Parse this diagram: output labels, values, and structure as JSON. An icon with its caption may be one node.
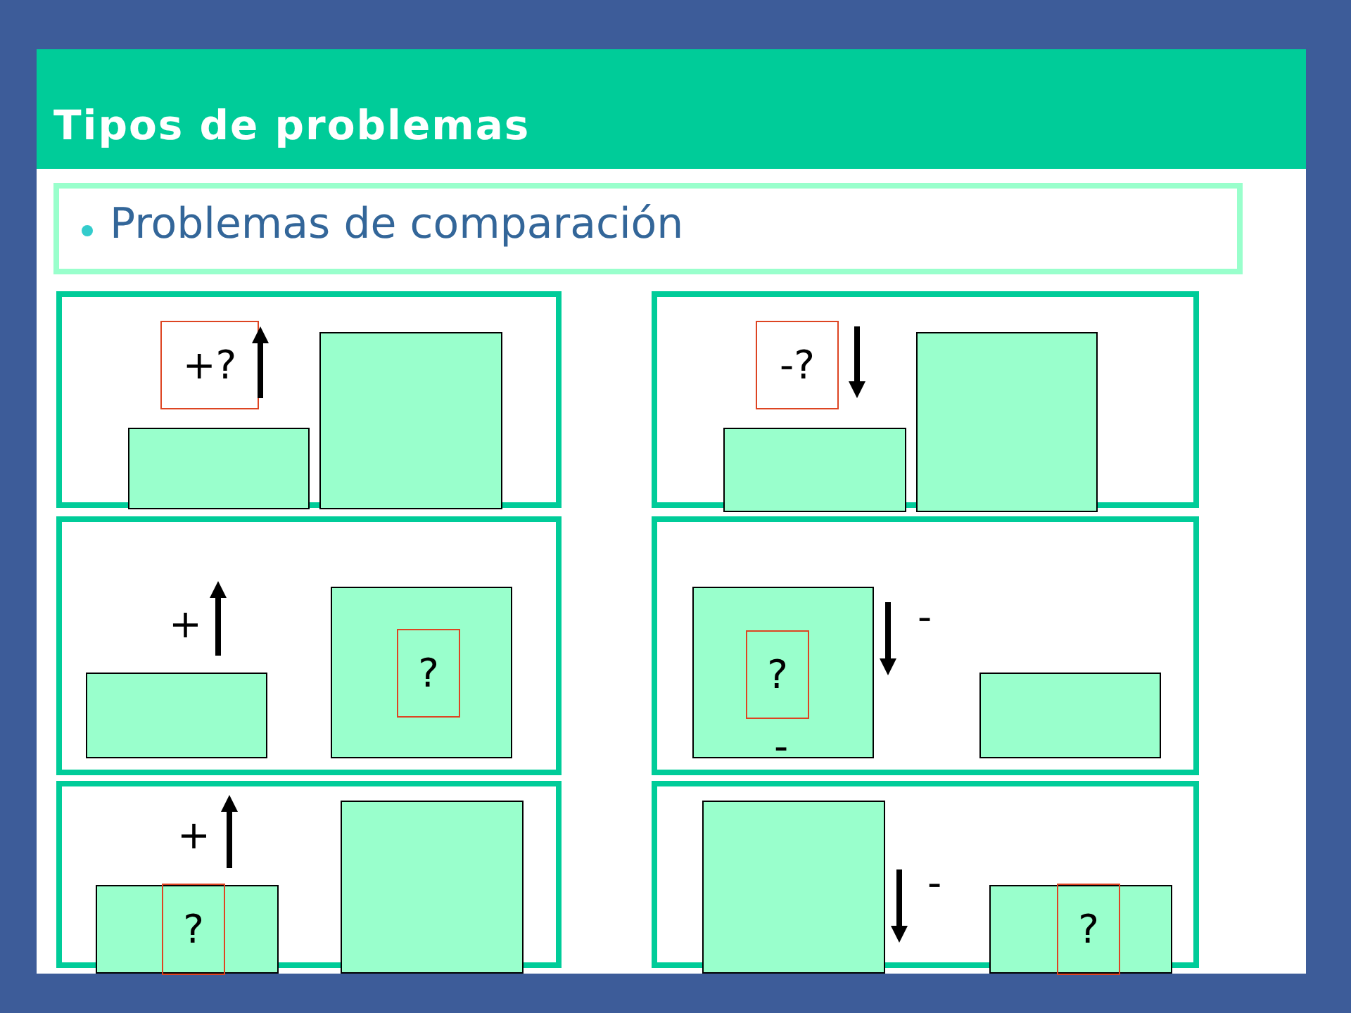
{
  "diagram": {
    "title": "Tipos de problemas",
    "nodes": [
      {
        "text": [
          "Problemas de comparación"
        ]
      },
      {
        "text": [],
        "shape": "box"
      },
      {
        "text": [],
        "shape": "bar",
        "in": 1
      },
      {
        "text": [],
        "shape": "bar",
        "in": 1
      },
      {
        "text": [
          "+?"
        ],
        "in": 1
      },
      {
        "text": [],
        "shape": "box"
      },
      {
        "text": [],
        "shape": "bar",
        "in": 5
      },
      {
        "text": [],
        "shape": "bar",
        "in": 5
      },
      {
        "text": [
          "-?"
        ],
        "in": 5
      },
      {
        "text": [],
        "shape": "box"
      },
      {
        "text": [],
        "shape": "bar",
        "in": 9
      },
      {
        "text": [],
        "shape": "bar",
        "in": 9
      },
      {
        "text": [
          "?"
        ],
        "in": 11
      },
      {
        "text": [],
        "shape": "box"
      },
      {
        "text": [],
        "shape": "bar",
        "in": 13
      },
      {
        "text": [
          "?"
        ],
        "in": 14
      },
      {
        "text": [],
        "shape": "bar",
        "in": 13
      },
      {
        "text": [],
        "shape": "box"
      },
      {
        "text": [],
        "shape": "bar",
        "in": 17
      },
      {
        "text": [
          "?"
        ],
        "in": 18
      },
      {
        "text": [],
        "shape": "bar",
        "in": 17
      },
      {
        "text": [],
        "shape": "box"
      },
      {
        "text": [],
        "shape": "bar",
        "in": 21
      },
      {
        "text": [],
        "shape": "bar",
        "in": 21
      },
      {
        "text": [
          "?"
        ],
        "in": 23
      }
    ],
    "labels": [
      "+",
      "-",
      "-",
      "+",
      "-"
    ]
  }
}
